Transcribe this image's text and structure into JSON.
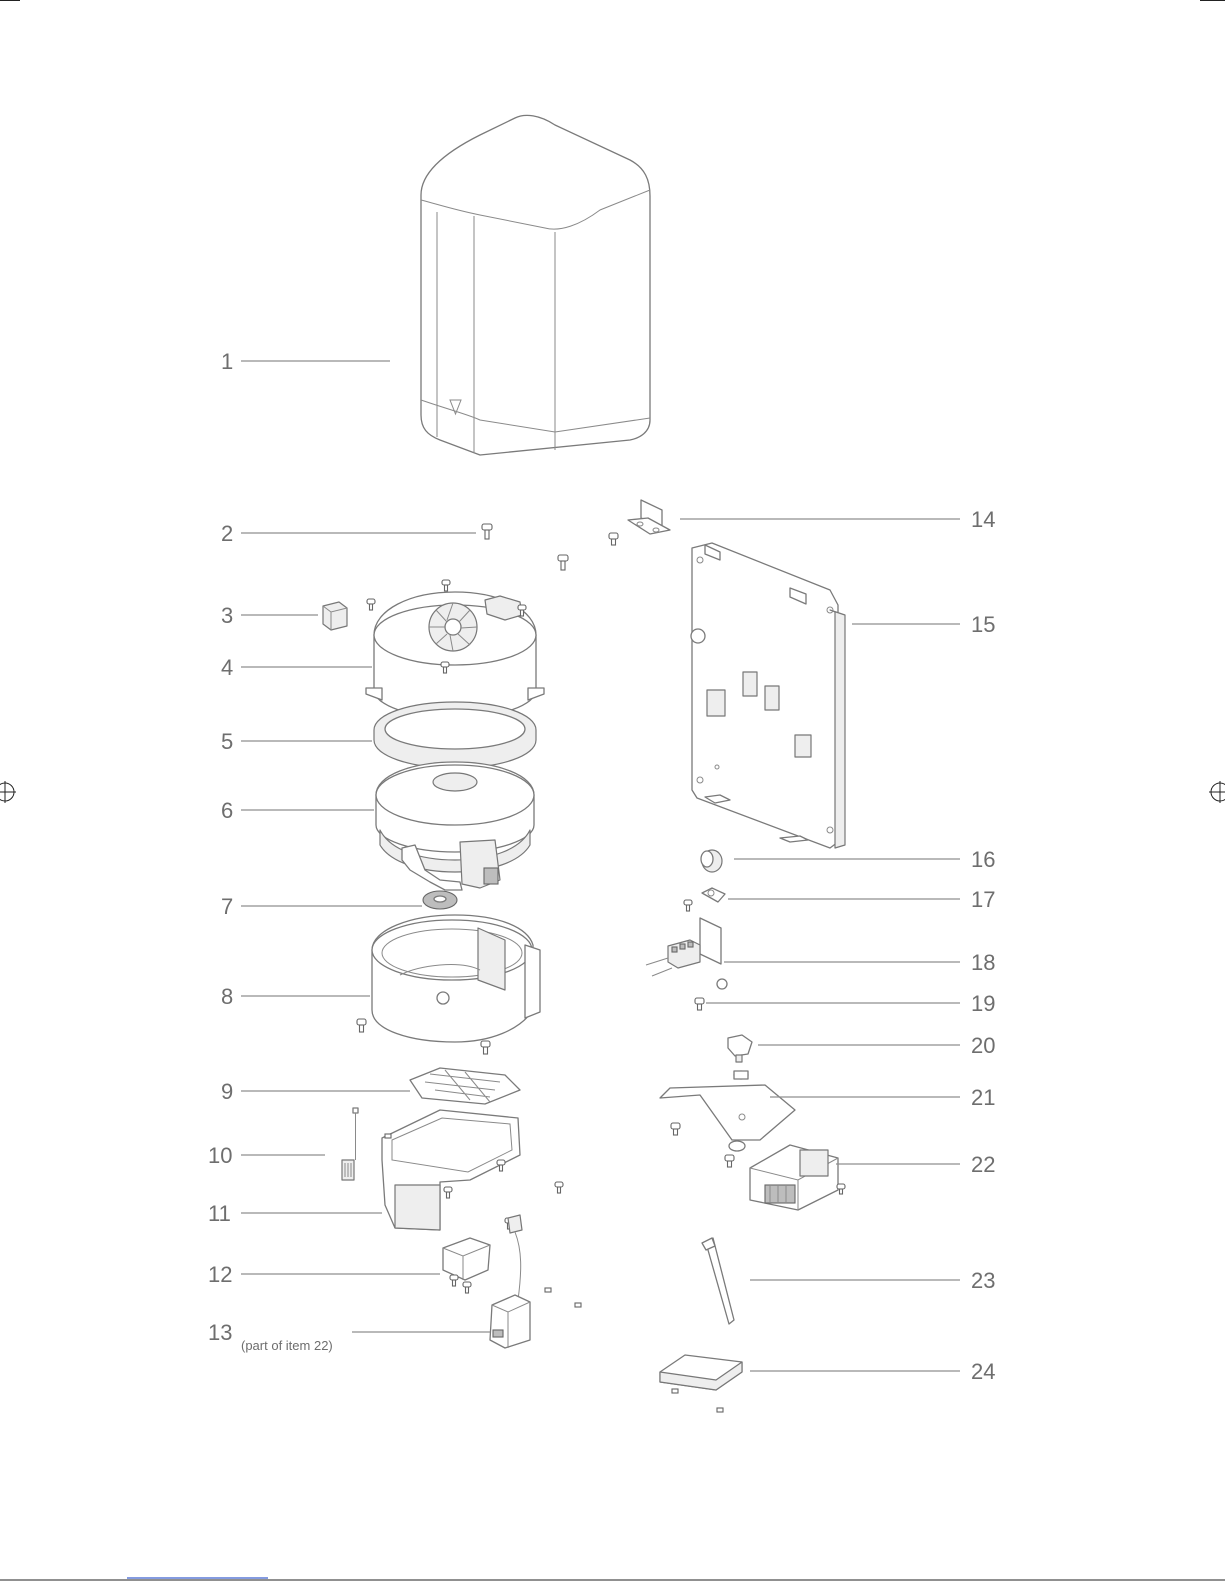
{
  "callouts": {
    "c1": "1",
    "c2": "2",
    "c3": "3",
    "c4": "4",
    "c5": "5",
    "c6": "6",
    "c7": "7",
    "c8": "8",
    "c9": "9",
    "c10": "10",
    "c11": "11",
    "c12": "12",
    "c13": "13",
    "c14": "14",
    "c15": "15",
    "c16": "16",
    "c17": "17",
    "c18": "18",
    "c19": "19",
    "c20": "20",
    "c21": "21",
    "c22": "22",
    "c23": "23",
    "c24": "24"
  },
  "notes": {
    "item13": "(part of item 22)"
  }
}
